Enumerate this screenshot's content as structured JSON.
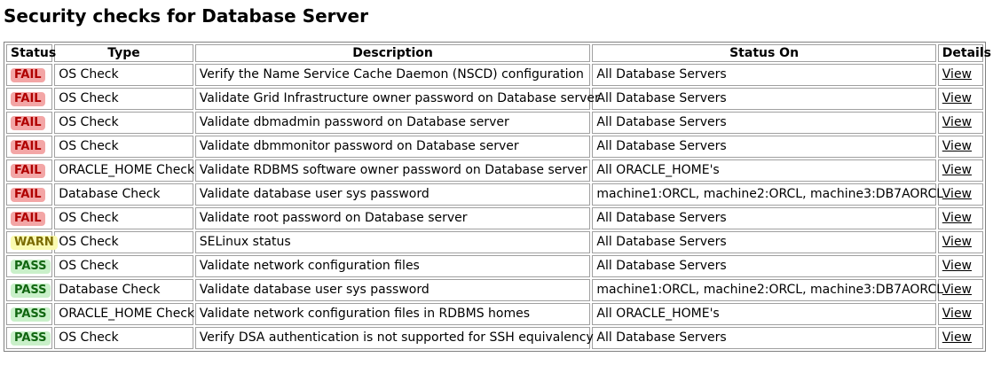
{
  "title": "Security checks for Database Server",
  "columns": [
    "Status",
    "Type",
    "Description",
    "Status On",
    "Details"
  ],
  "status_colors": {
    "FAIL": {
      "bg": "#f3a6a6",
      "fg": "#b00000"
    },
    "WARN": {
      "bg": "#fafab0",
      "fg": "#7a6a00"
    },
    "PASS": {
      "bg": "#c9f0c9",
      "fg": "#116611"
    }
  },
  "rows": [
    {
      "status": "FAIL",
      "type": "OS Check",
      "description": "Verify the Name Service Cache Daemon (NSCD) configuration",
      "status_on": "All Database Servers",
      "details": "View"
    },
    {
      "status": "FAIL",
      "type": "OS Check",
      "description": "Validate Grid Infrastructure owner password on Database server",
      "status_on": "All Database Servers",
      "details": "View"
    },
    {
      "status": "FAIL",
      "type": "OS Check",
      "description": "Validate dbmadmin password on Database server",
      "status_on": "All Database Servers",
      "details": "View"
    },
    {
      "status": "FAIL",
      "type": "OS Check",
      "description": "Validate dbmmonitor password on Database server",
      "status_on": "All Database Servers",
      "details": "View"
    },
    {
      "status": "FAIL",
      "type": "ORACLE_HOME Check",
      "description": "Validate RDBMS software owner password on Database server",
      "status_on": "All ORACLE_HOME's",
      "details": "View"
    },
    {
      "status": "FAIL",
      "type": "Database Check",
      "description": "Validate database user sys password",
      "status_on": "machine1:ORCL, machine2:ORCL, machine3:DB7AORCL",
      "details": "View"
    },
    {
      "status": "FAIL",
      "type": "OS Check",
      "description": "Validate root password on Database server",
      "status_on": "All Database Servers",
      "details": "View"
    },
    {
      "status": "WARN",
      "type": "OS Check",
      "description": "SELinux status",
      "status_on": "All Database Servers",
      "details": "View"
    },
    {
      "status": "PASS",
      "type": "OS Check",
      "description": "Validate network configuration files",
      "status_on": "All Database Servers",
      "details": "View"
    },
    {
      "status": "PASS",
      "type": "Database Check",
      "description": "Validate database user sys password",
      "status_on": "machine1:ORCL, machine2:ORCL, machine3:DB7AORCL",
      "details": "View"
    },
    {
      "status": "PASS",
      "type": "ORACLE_HOME Check",
      "description": "Validate network configuration files in RDBMS homes",
      "status_on": "All ORACLE_HOME's",
      "details": "View"
    },
    {
      "status": "PASS",
      "type": "OS Check",
      "description": "Verify DSA authentication is not supported for SSH equivalency",
      "status_on": "All Database Servers",
      "details": "View"
    }
  ]
}
